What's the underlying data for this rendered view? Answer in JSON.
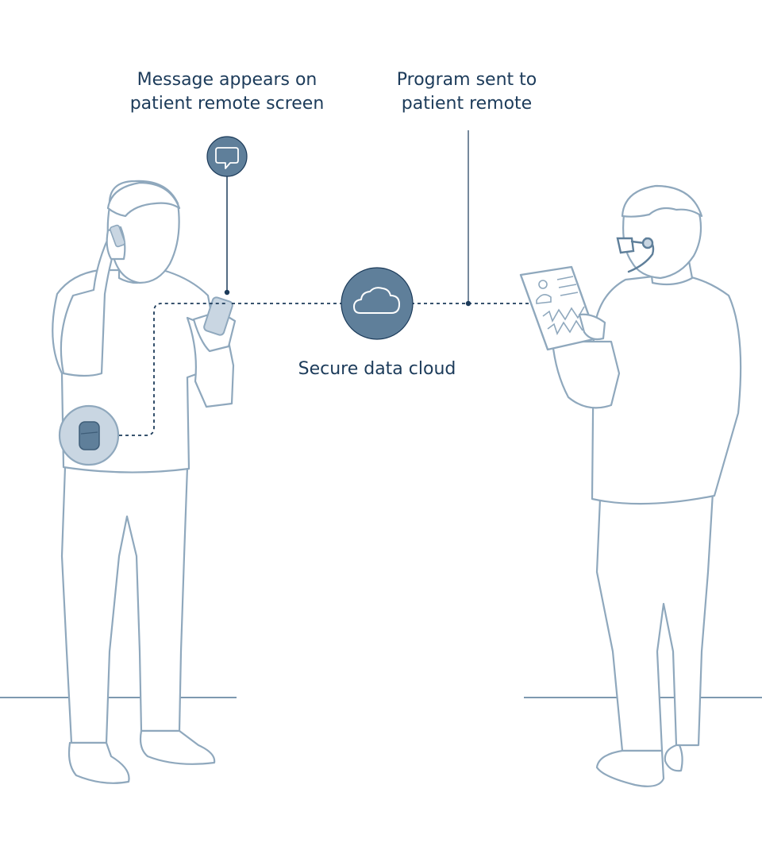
{
  "labels": {
    "message_line1": "Message appears on",
    "message_line2": "patient remote screen",
    "program_line1": "Program sent to",
    "program_line2": "patient remote",
    "cloud": "Secure data cloud"
  },
  "colors": {
    "text": "#1c3b5a",
    "outline": "#8fa8bd",
    "figure_fill": "#ffffff",
    "icon_fill": "#5f7f9a",
    "dotted_line": "#1c3b5a",
    "device_fill": "#c9d6e2",
    "floor": "#7e99b0"
  },
  "icons": {
    "message": "speech-bubble-icon",
    "cloud": "cloud-icon",
    "implant": "implant-device-icon"
  }
}
